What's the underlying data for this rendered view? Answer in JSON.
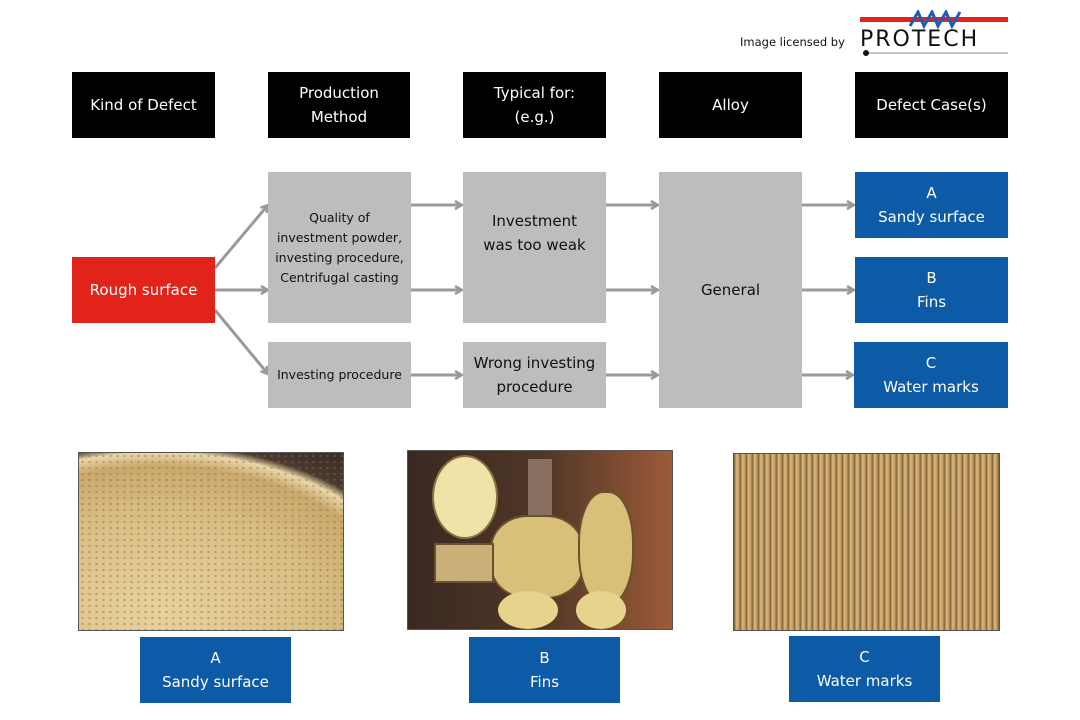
{
  "credit": {
    "text": "Image licensed by",
    "brand": "PROTECH"
  },
  "headers": [
    "Kind of Defect",
    "Production\nMethod",
    "Typical for:\n(e.g.)",
    "Alloy",
    "Defect Case(s)"
  ],
  "kind_of_defect": "Rough surface",
  "production_methods": [
    "Quality of\ninvestment powder,\ninvesting procedure,\nCentrifugal casting",
    "Investing procedure"
  ],
  "typical_for": [
    "Investment\nwas too weak",
    "Wrong investing\nprocedure"
  ],
  "alloy": "General",
  "defect_cases": [
    {
      "letter": "A",
      "label": "Sandy surface"
    },
    {
      "letter": "B",
      "label": "Fins"
    },
    {
      "letter": "C",
      "label": "Water marks"
    }
  ],
  "photos": [
    {
      "name": "sandy-surface-photo",
      "letter": "A",
      "label": "Sandy surface"
    },
    {
      "name": "fins-photo",
      "letter": "B",
      "label": "Fins"
    },
    {
      "name": "water-marks-photo",
      "letter": "C",
      "label": "Water marks"
    }
  ],
  "colors": {
    "header_bg": "#000000",
    "defect_red": "#e2231a",
    "case_blue": "#0d5aa7",
    "box_gray": "#bdbdbf",
    "arrow_gray": "#999999"
  }
}
